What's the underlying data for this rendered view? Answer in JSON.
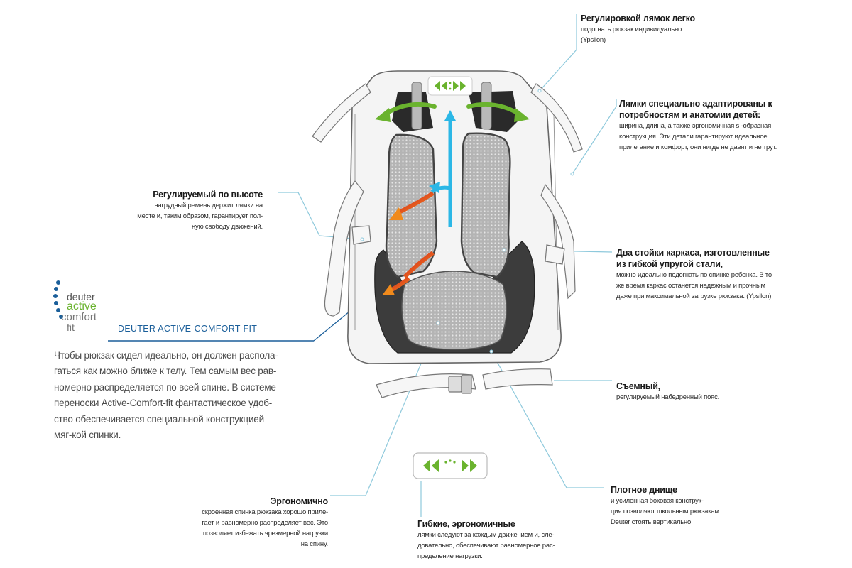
{
  "callouts": {
    "straps_adjust": {
      "title": "Регулировкой лямок легко",
      "body": [
        "подогнать рюкзак индивидуально.",
        "(Ypsilon)"
      ]
    },
    "straps_kids": {
      "title": [
        "Лямки специально адаптированы к",
        "потребностям и анатомии детей:"
      ],
      "body": [
        "ширина, длина, а также эргономичная s -образная",
        "конструкция. Эти детали гарантируют идеальное",
        "прилегание и комфорт, они нигде не давят и не трут."
      ]
    },
    "height_adjust": {
      "title": "Регулируемый по высоте",
      "body": [
        "нагрудный ремень держит лямки на",
        "месте и, таким образом, гарантирует пол-",
        "ную свободу движений."
      ]
    },
    "frame": {
      "title": [
        "Два стойки каркаса, изготовленные",
        "из гибкой упругой стали,"
      ],
      "body": [
        "можно идеально подогнать по спинке ребенка. В то",
        "же время каркас останется надежным и прочным",
        "даже при максимальной загрузке рюкзака. (Ypsilon)"
      ]
    },
    "removable": {
      "title": "Съемный,",
      "body": [
        "регулируемый набедренный пояс."
      ]
    },
    "bottom": {
      "title": "Плотное днище",
      "body": [
        "и усиленная боковая конструк-",
        "ция позволяют школьным рюкзакам",
        "Deuter стоять вертикально."
      ]
    },
    "ergonomic": {
      "title": "Эргономично",
      "body": [
        "скроенная спинка рюкзака хорошо приле-",
        "гает и равномерно распределяет вес. Это",
        "позволяет избежать чрезмерной нагрузки",
        "на спину."
      ]
    },
    "flexible": {
      "title": "Гибкие, эргономичные",
      "body": [
        "лямки следуют за каждым движением и, сле-",
        "довательно, обеспечивают равномерное рас-",
        "пределение нагрузки."
      ]
    }
  },
  "brand": {
    "logo_words": [
      "deuter",
      "active",
      "comfort",
      "fit"
    ],
    "title": "DEUTER ACTIVE-COMFORT-FIT",
    "text": "Чтобы рюкзак сидел идеально, он должен распола-гаться как можно ближе к телу. Тем самым вес рав-номерно распределяется по всей спине. В системе переноски Active-Comfort-fit фантастическое удоб-ство обеспечивается специальной конструкцией мяг-кой спинки."
  },
  "colors": {
    "leader": "#8ec9dc",
    "accent_blue": "#1b5f9a",
    "green": "#6ab32e",
    "cyan": "#2bb7e6",
    "mesh": "#a9a9a9",
    "frame": "#3c3c3c"
  }
}
